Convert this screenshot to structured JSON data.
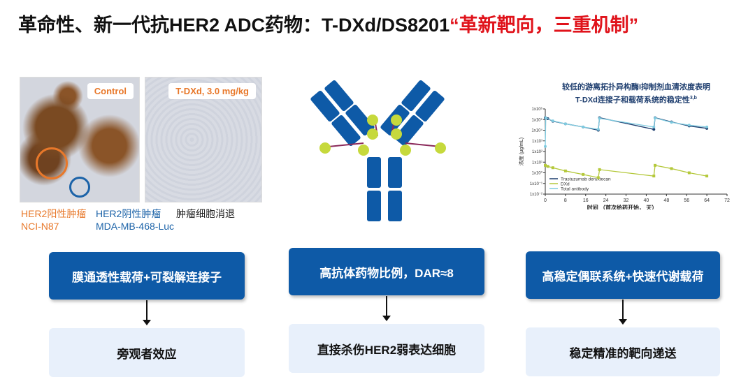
{
  "title": {
    "main": "革命性、新一代抗HER2 ADC药物：T-DXd/DS8201",
    "accent": "“革新靶向，三重机制”"
  },
  "images": {
    "control_label": "Control",
    "treated_label": "T-DXd, 3.0 mg/kg",
    "her2_pos": "HER2阳性肿瘤",
    "her2_pos_line": "NCI-N87",
    "her2_neg": "HER2阴性肿瘤",
    "her2_neg_line": "MDA-MB-468-Luc",
    "regression": "肿瘤细胞消退"
  },
  "mechanisms": [
    {
      "title": "膜通透性载荷+可裂解连接子",
      "result": "旁观者效应"
    },
    {
      "title": "高抗体药物比例，DAR≈8",
      "result": "直接杀伤HER2弱表达细胞"
    },
    {
      "title": "高稳定偶联系统+快速代谢载荷",
      "result": "稳定精准的靶向递送"
    }
  ],
  "colors": {
    "accent": "#e0131b",
    "blue": "#0e5aa7",
    "light": "#e8f0fb",
    "orange": "#e8782a",
    "green": "#b4c83a"
  },
  "chart_data": {
    "type": "line",
    "title": "较低的游离拓扑异构酶I抑制剂血清浓度表明 T-DXd连接子和载荷系统的稳定性3,b",
    "title_line1": "较低的游离拓扑异构酶I抑制剂血清浓度表明",
    "title_line2": "T-DXd连接子和载荷系统的稳定性",
    "title_sup": "3,b",
    "xlabel": "时间 （首次给药开始， 天）",
    "ylabel": "浓度 (μg/mL)",
    "xlim": [
      0,
      72
    ],
    "ylim_log10": [
      -2,
      6
    ],
    "yscale": "log",
    "xticks": [
      "0",
      "8",
      "16",
      "24",
      "32",
      "40",
      "48",
      "56",
      "64",
      "72"
    ],
    "yticks": [
      "1x10⁻²",
      "1x10⁻¹",
      "1x10⁰",
      "1x10¹",
      "1x10²",
      "1x10³",
      "1x10⁴",
      "1x10⁵",
      "1x10⁶"
    ],
    "legend_position": "bottom-left",
    "series": [
      {
        "name": "Trastuzumab deruxtecan",
        "color": "#1d3d6e",
        "x": [
          0,
          1,
          3,
          8,
          15,
          21,
          21.5,
          43,
          43.5,
          50,
          57,
          64
        ],
        "y": [
          150000,
          120000,
          70000,
          40000,
          20000,
          10000,
          150000,
          12000,
          150000,
          60000,
          25000,
          15000
        ]
      },
      {
        "name": "DXd",
        "color": "#b4c83a",
        "x": [
          0,
          1,
          3,
          8,
          15,
          21,
          21.5,
          43,
          43.5,
          50,
          57,
          64
        ],
        "y": [
          5,
          4,
          3,
          1.5,
          0.7,
          0.35,
          2,
          0.5,
          5,
          2.5,
          1,
          0.5
        ]
      },
      {
        "name": "Total antibody",
        "color": "#7fcbe0",
        "x": [
          0,
          0.2,
          3,
          8,
          15,
          21,
          21.5,
          43,
          43.5,
          50,
          57,
          64
        ],
        "y": [
          300,
          150000,
          75000,
          40000,
          20000,
          12000,
          130000,
          20000,
          140000,
          55000,
          30000,
          20000
        ]
      }
    ]
  }
}
